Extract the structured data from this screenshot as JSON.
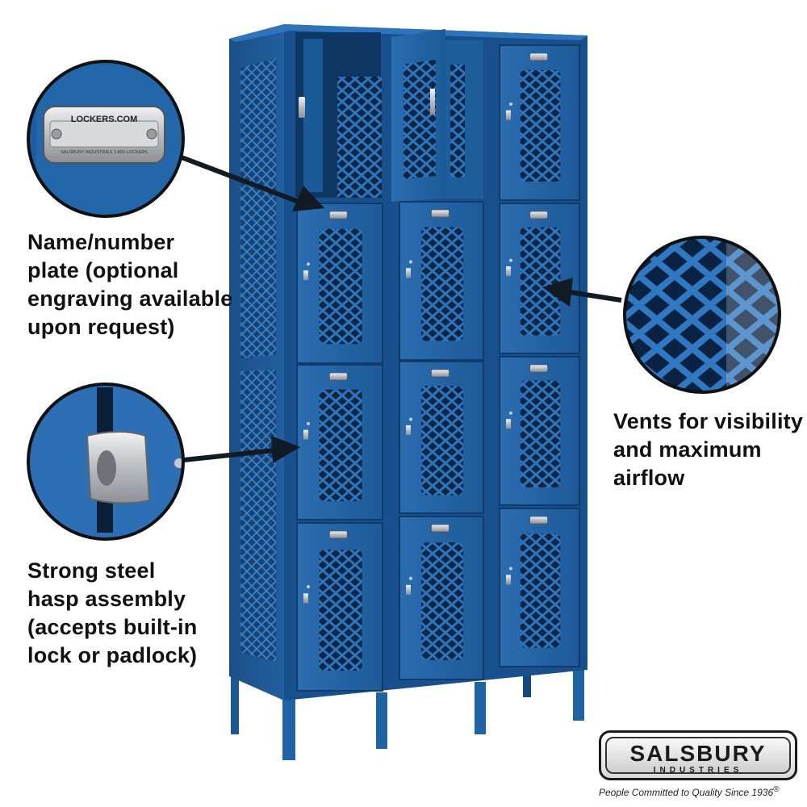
{
  "callouts": {
    "nameplate": {
      "lines": [
        "Name/number",
        "plate (optional",
        "engraving available",
        "upon request)"
      ],
      "plate_text": "LOCKERS.COM",
      "plate_subtext": "SALSBURY INDUSTRIES   1-800-LOCKERS"
    },
    "hasp": {
      "lines": [
        "Strong steel",
        "hasp assembly",
        "(accepts built-in",
        "lock or padlock)"
      ]
    },
    "vents": {
      "lines": [
        "Vents for visibility",
        "and maximum",
        "airflow"
      ]
    }
  },
  "brand": {
    "name": "SALSBURY",
    "sub": "INDUSTRIES",
    "tagline": "People Committed to Quality Since 1936"
  },
  "product": {
    "columns": 3,
    "tiers": 4,
    "color": "#1f5f9e"
  },
  "colors": {
    "locker_blue": "#1f5f9e",
    "locker_dark": "#123f6e",
    "vent_dark": "#0c2745",
    "callout_ring": "#111111",
    "text": "#111111"
  }
}
